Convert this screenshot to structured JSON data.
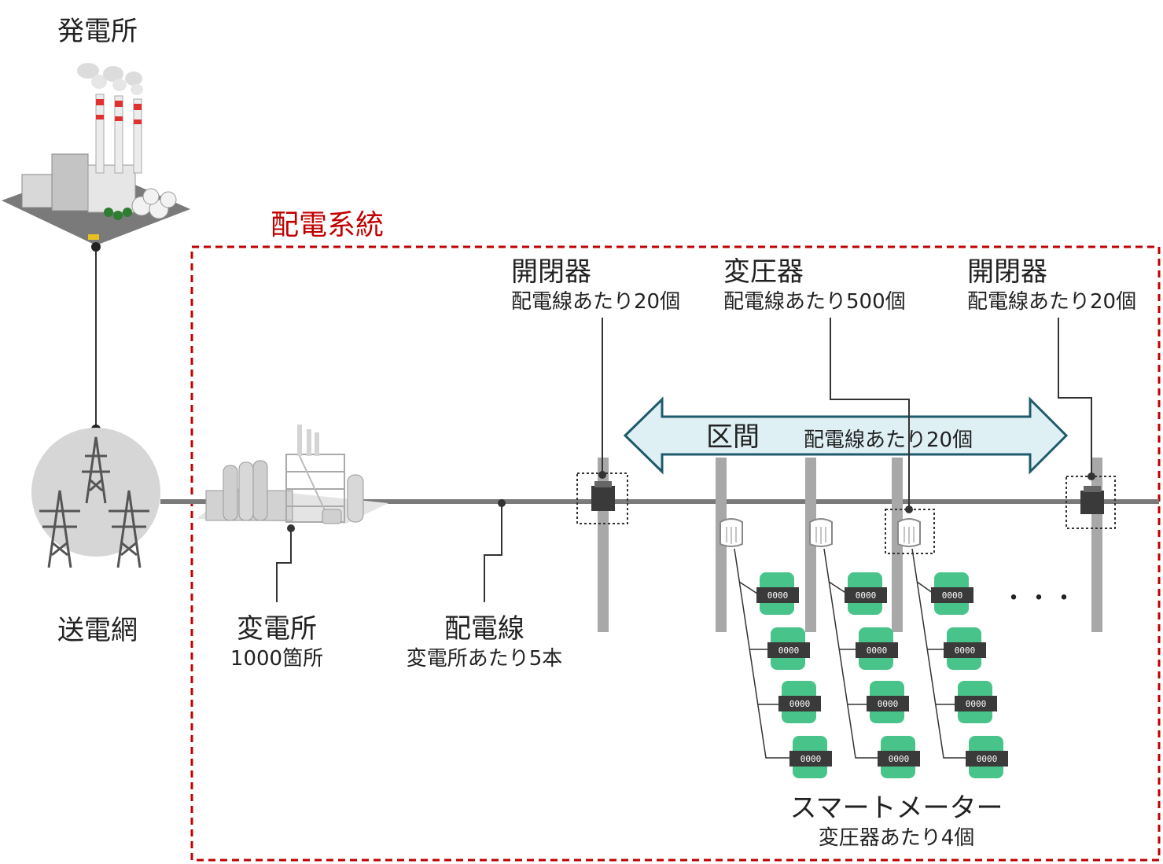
{
  "power_plant": {
    "label": "発電所"
  },
  "grid": {
    "label": "送電網"
  },
  "system": {
    "title": "配電系統"
  },
  "substation": {
    "label": "変電所",
    "count": "1000箇所"
  },
  "feeder": {
    "label": "配電線",
    "count": "変電所あたり5本"
  },
  "switch_left": {
    "label": "開閉器",
    "count": "配電線あたり20個"
  },
  "transformer": {
    "label": "変圧器",
    "count": "配電線あたり500個"
  },
  "switch_right": {
    "label": "開閉器",
    "count": "配電線あたり20個"
  },
  "section": {
    "label": "区間",
    "count": "配電線あたり20個"
  },
  "smart_meter": {
    "label": "スマートメーター",
    "count": "変圧器あたり4個",
    "display": "0000"
  },
  "ellipsis": "・・・",
  "colors": {
    "system_border": "#c00000",
    "meter": "#48c48a",
    "arrow_fill": "#dff0f5",
    "arrow_stroke": "#1f5a6b"
  }
}
